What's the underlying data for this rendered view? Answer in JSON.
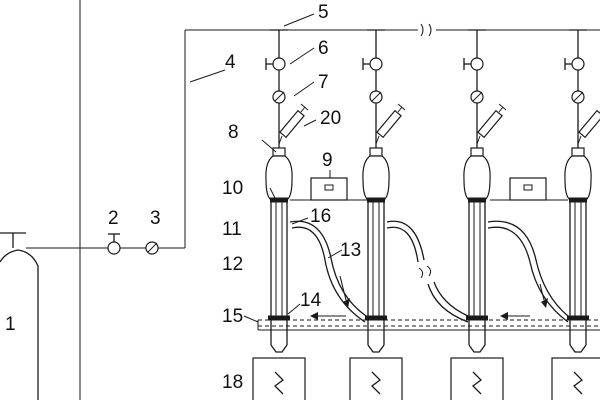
{
  "labels": {
    "n1": "1",
    "n2": "2",
    "n3": "3",
    "n4": "4",
    "n5": "5",
    "n6": "6",
    "n7": "7",
    "n8": "8",
    "n9": "9",
    "n10": "10",
    "n11": "11",
    "n12": "12",
    "n13": "13",
    "n14": "14",
    "n15": "15",
    "n16": "16",
    "n18": "18",
    "n20": "20"
  },
  "icons": {
    "gas-cylinder": "gas-cylinder-icon",
    "valve": "valve-icon",
    "pressure-gauge": "pressure-gauge-icon",
    "tee-connector": "tee-connector-icon",
    "syringe": "syringe-icon",
    "flask": "bulb-flask-icon",
    "controller": "control-box-icon",
    "heater": "heater-coil-icon"
  }
}
